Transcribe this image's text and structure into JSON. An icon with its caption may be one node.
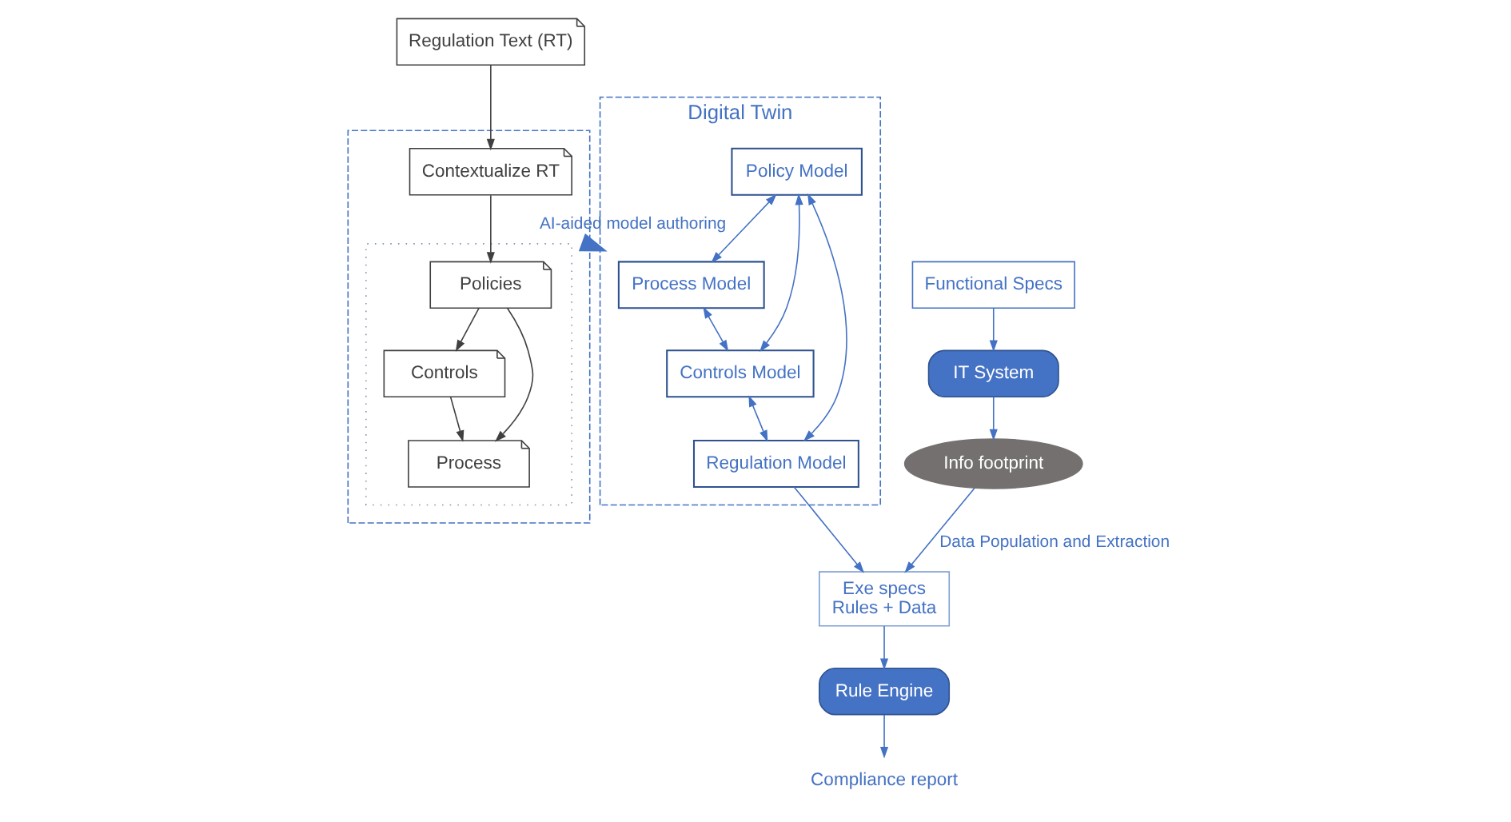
{
  "diagram": {
    "nodes": [
      {
        "text": [
          "Regulation Text (RT)"
        ]
      },
      {
        "text": [],
        "shape": "box"
      },
      {
        "text": [
          "Contextualize RT"
        ],
        "in": 1
      },
      {
        "text": [],
        "shape": "box",
        "in": 1
      },
      {
        "text": [
          "Policies"
        ],
        "in": 3
      },
      {
        "text": [
          "Controls"
        ],
        "in": 3
      },
      {
        "text": [
          "Process"
        ],
        "in": 3
      },
      {
        "text": [
          "Digital Twin"
        ]
      },
      {
        "text": [
          "Process Model"
        ],
        "in": 7
      },
      {
        "text": [
          "Policy Model"
        ],
        "in": 7
      },
      {
        "text": [
          "Controls Model"
        ],
        "in": 7
      },
      {
        "text": [
          "Regulation Model"
        ],
        "in": 7
      },
      {
        "text": [
          "Functional Specs"
        ]
      },
      {
        "text": [
          "IT System"
        ]
      },
      {
        "text": [
          "Info footprint"
        ]
      },
      {
        "text": [
          "Exe specs",
          "Rules + Data"
        ]
      },
      {
        "text": [
          "Rule Engine"
        ]
      },
      {
        "text": [
          "Compliance report"
        ]
      }
    ],
    "edges": [
      {
        "from": 0,
        "to": 2,
        "arrow": "to",
        "color": "#404040"
      },
      {
        "from": 2,
        "to": 4,
        "arrow": "to",
        "color": "#404040"
      },
      {
        "from": 4,
        "to": 5,
        "arrow": "to",
        "color": "#404040"
      },
      {
        "from": 4,
        "to": 6,
        "arrow": "to",
        "color": "#404040"
      },
      {
        "from": 5,
        "to": 6,
        "arrow": "to",
        "color": "#404040"
      },
      {
        "from": 1,
        "to": 7,
        "arrow": "to",
        "label": "AI-aided model authoring",
        "style": "thick"
      },
      {
        "from": 9,
        "to": 8,
        "arrow": "both"
      },
      {
        "from": 8,
        "to": 10,
        "arrow": "both"
      },
      {
        "from": 9,
        "to": 10,
        "arrow": "both"
      },
      {
        "from": 9,
        "to": 11,
        "arrow": "both"
      },
      {
        "from": 10,
        "to": 11,
        "arrow": "both"
      },
      {
        "from": 11,
        "to": 15,
        "arrow": "to"
      },
      {
        "from": 12,
        "to": 13,
        "arrow": "to"
      },
      {
        "from": 13,
        "to": 14,
        "arrow": "to"
      },
      {
        "from": 14,
        "to": 15,
        "arrow": "to",
        "label": "Data Population and Extraction"
      },
      {
        "from": 15,
        "to": 16,
        "arrow": "to"
      },
      {
        "from": 16,
        "to": 17,
        "arrow": "to"
      }
    ]
  }
}
